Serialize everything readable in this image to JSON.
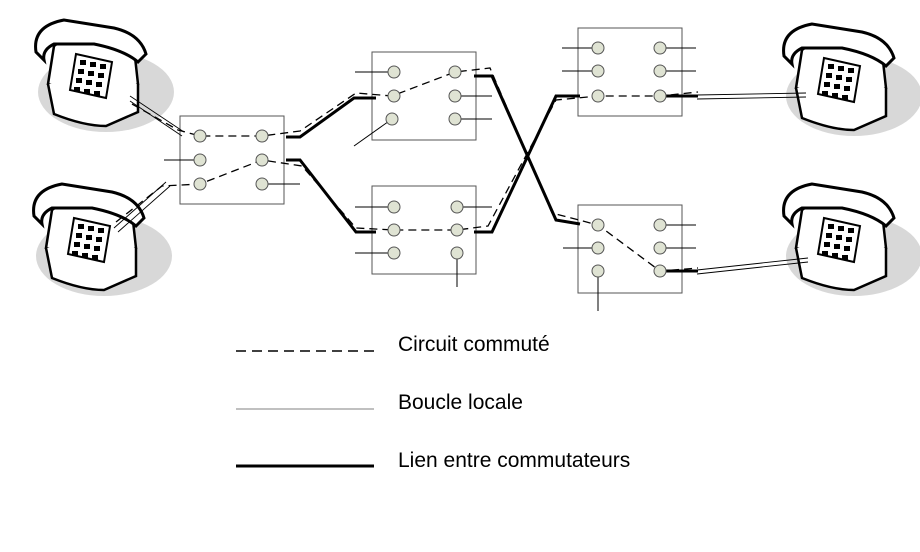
{
  "legend": [
    {
      "key": "switched_circuit",
      "label": "Circuit commuté",
      "style": "dashed"
    },
    {
      "key": "local_loop",
      "label": "Boucle locale",
      "style": "thin"
    },
    {
      "key": "trunk_link",
      "label": "Lien entre commutateurs",
      "style": "thick"
    }
  ],
  "colors": {
    "line": "#000000",
    "thin_line": "#9a9a9a",
    "switch_border": "#555555",
    "switch_fill": "#ffffff",
    "contact_fill": "#dfe3d3",
    "phone_body": "#ffffff",
    "phone_shadow": "#c8c8c8"
  },
  "icons": {
    "telephone": "telephone-icon",
    "switch": "switch-box"
  }
}
